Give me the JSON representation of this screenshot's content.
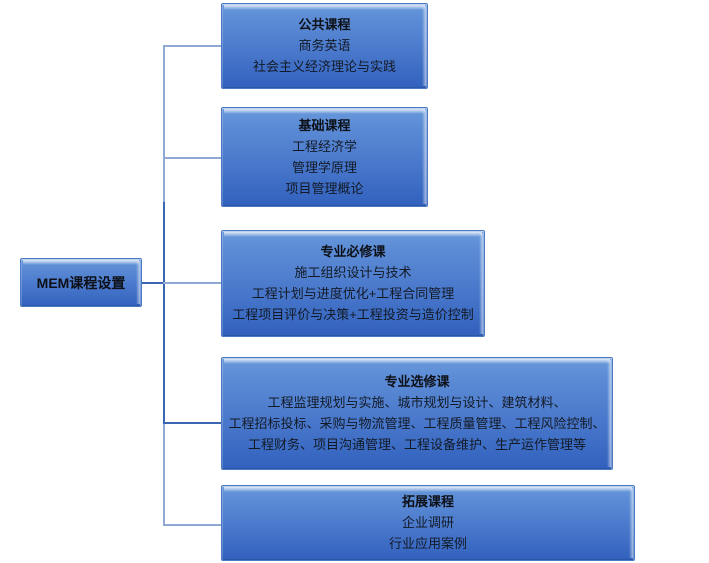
{
  "diagram": {
    "title": "MEM课程设置",
    "root": {
      "label": "MEM课程设置"
    },
    "colors": {
      "box_top": "#6a9adb",
      "box_bottom": "#3161bd",
      "box_border": "#4a7ac4",
      "connector": "#8fa9d4",
      "connector_dark": "#3b66b4",
      "text": "#10141c",
      "background": "#ffffff"
    },
    "nodes": [
      {
        "header": "公共课程",
        "lines": [
          "商务英语",
          "社会主义经济理论与实践"
        ]
      },
      {
        "header": "基础课程",
        "lines": [
          "工程经济学",
          "管理学原理",
          "项目管理概论"
        ]
      },
      {
        "header": "专业必修课",
        "lines": [
          "施工组织设计与技术",
          "工程计划与进度优化+工程合同管理",
          "工程项目评价与决策+工程投资与造价控制"
        ]
      },
      {
        "header": "专业选修课",
        "lines": [
          "工程监理规划与实施、城市规划与设计、建筑材料、",
          "工程招标投标、采购与物流管理、工程质量管理、工程风险控制、",
          "工程财务、项目沟通管理、工程设备维护、生产运作管理等"
        ]
      },
      {
        "header": "拓展课程",
        "lines": [
          "企业调研",
          "行业应用案例"
        ]
      }
    ]
  }
}
